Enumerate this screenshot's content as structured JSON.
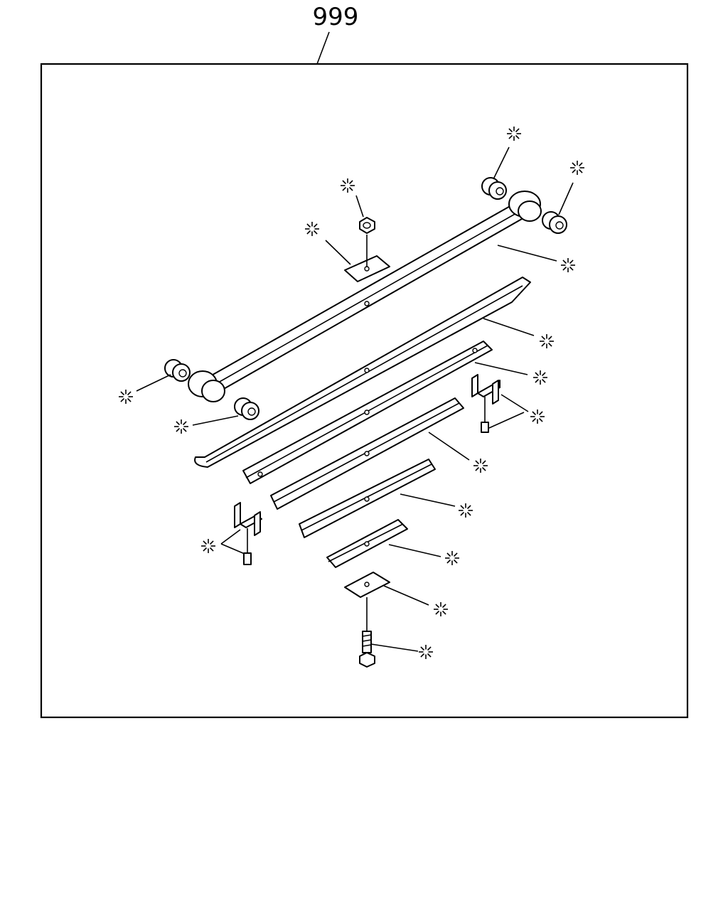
{
  "assembly": {
    "reference_number": "999"
  },
  "callout": {
    "symbol": "※",
    "meaning_icon": "asterisk-callout-icon"
  },
  "parts": [
    {
      "name": "bushing-top-left",
      "icon": "bushing-icon"
    },
    {
      "name": "bushing-top-right",
      "icon": "bushing-icon"
    },
    {
      "name": "nut",
      "icon": "nut-icon"
    },
    {
      "name": "top-plate",
      "icon": "plate-icon"
    },
    {
      "name": "main-leaf",
      "icon": "leaf-spring-icon"
    },
    {
      "name": "second-leaf",
      "icon": "leaf-spring-icon"
    },
    {
      "name": "third-leaf",
      "icon": "leaf-spring-icon"
    },
    {
      "name": "fourth-leaf",
      "icon": "leaf-spring-icon"
    },
    {
      "name": "fifth-leaf",
      "icon": "leaf-spring-icon"
    },
    {
      "name": "sixth-leaf",
      "icon": "leaf-spring-icon"
    },
    {
      "name": "bottom-plate",
      "icon": "plate-icon"
    },
    {
      "name": "center-bolt",
      "icon": "bolt-icon"
    },
    {
      "name": "rebound-clip-right",
      "icon": "clip-icon"
    },
    {
      "name": "rebound-clip-left",
      "icon": "clip-icon"
    },
    {
      "name": "bushing-bottom-left",
      "icon": "bushing-icon"
    },
    {
      "name": "bushing-bottom-right",
      "icon": "bushing-icon"
    }
  ]
}
